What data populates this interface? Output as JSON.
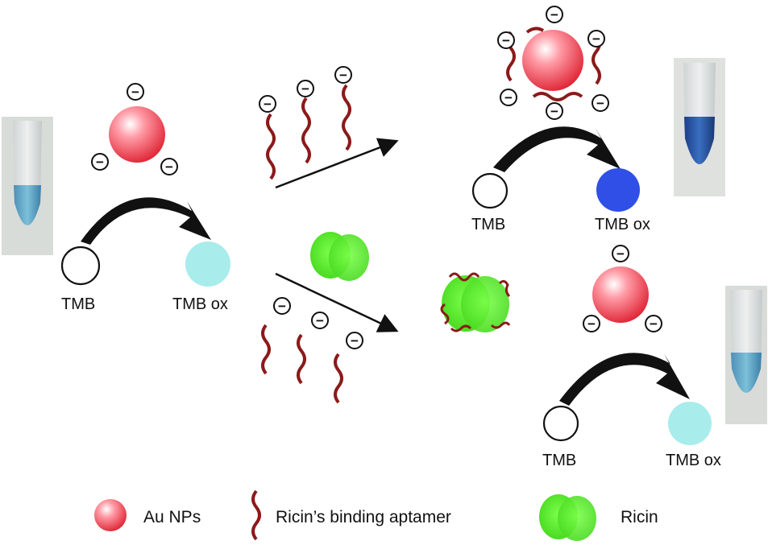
{
  "labels": {
    "tmb": "TMB",
    "tmb_ox": "TMB ox",
    "charge": "−"
  },
  "legend": {
    "au_nps": "Au NPs",
    "aptamer": "Ricin’s  binding aptamer",
    "ricin": "Ricin"
  },
  "colors": {
    "au_np": "#f0505e",
    "aptamer": "#8b1a1a",
    "ricin": "#5ef028",
    "tmb_ox_light": "#a8ecec",
    "tmb_ox_dark": "#2f4fe6",
    "arrow": "#111111"
  },
  "icons": [
    "negative-charge-icon",
    "gold-nanoparticle-icon",
    "aptamer-strand-icon",
    "ricin-protein-icon",
    "tube-photo-icon"
  ]
}
